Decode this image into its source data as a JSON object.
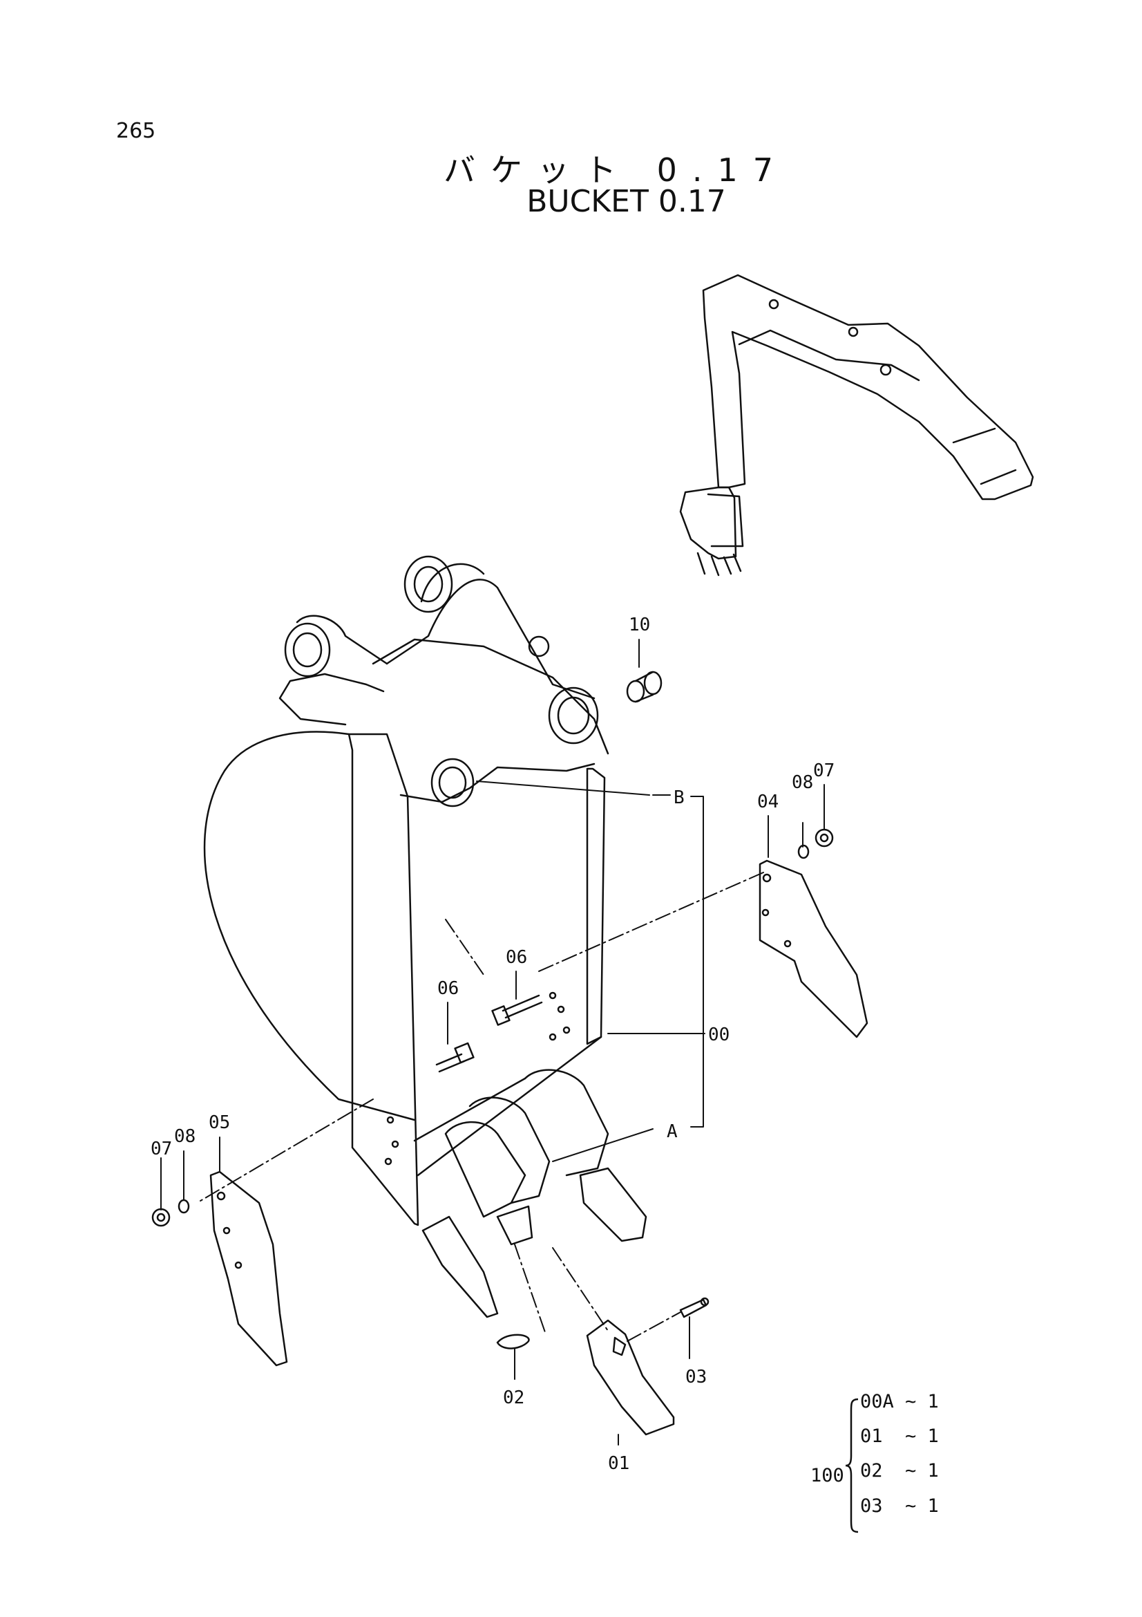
{
  "page_number": "265",
  "title_jp": "バケット 0.17",
  "title_en": "BUCKET 0.17",
  "callouts": {
    "p00": "00",
    "p01": "01",
    "p02": "02",
    "p03": "03",
    "p04": "04",
    "p05": "05",
    "p06a": "06",
    "p06b": "06",
    "p07a": "07",
    "p07b": "07",
    "p08a": "08",
    "p08b": "08",
    "p10": "10",
    "refA": "A",
    "refB": "B"
  },
  "kit": {
    "number": "100",
    "rows": [
      {
        "part": "00A",
        "qty": "~ 1"
      },
      {
        "part": "01",
        "qty": "~ 1"
      },
      {
        "part": "02",
        "qty": "~ 1"
      },
      {
        "part": "03",
        "qty": "~ 1"
      }
    ]
  }
}
